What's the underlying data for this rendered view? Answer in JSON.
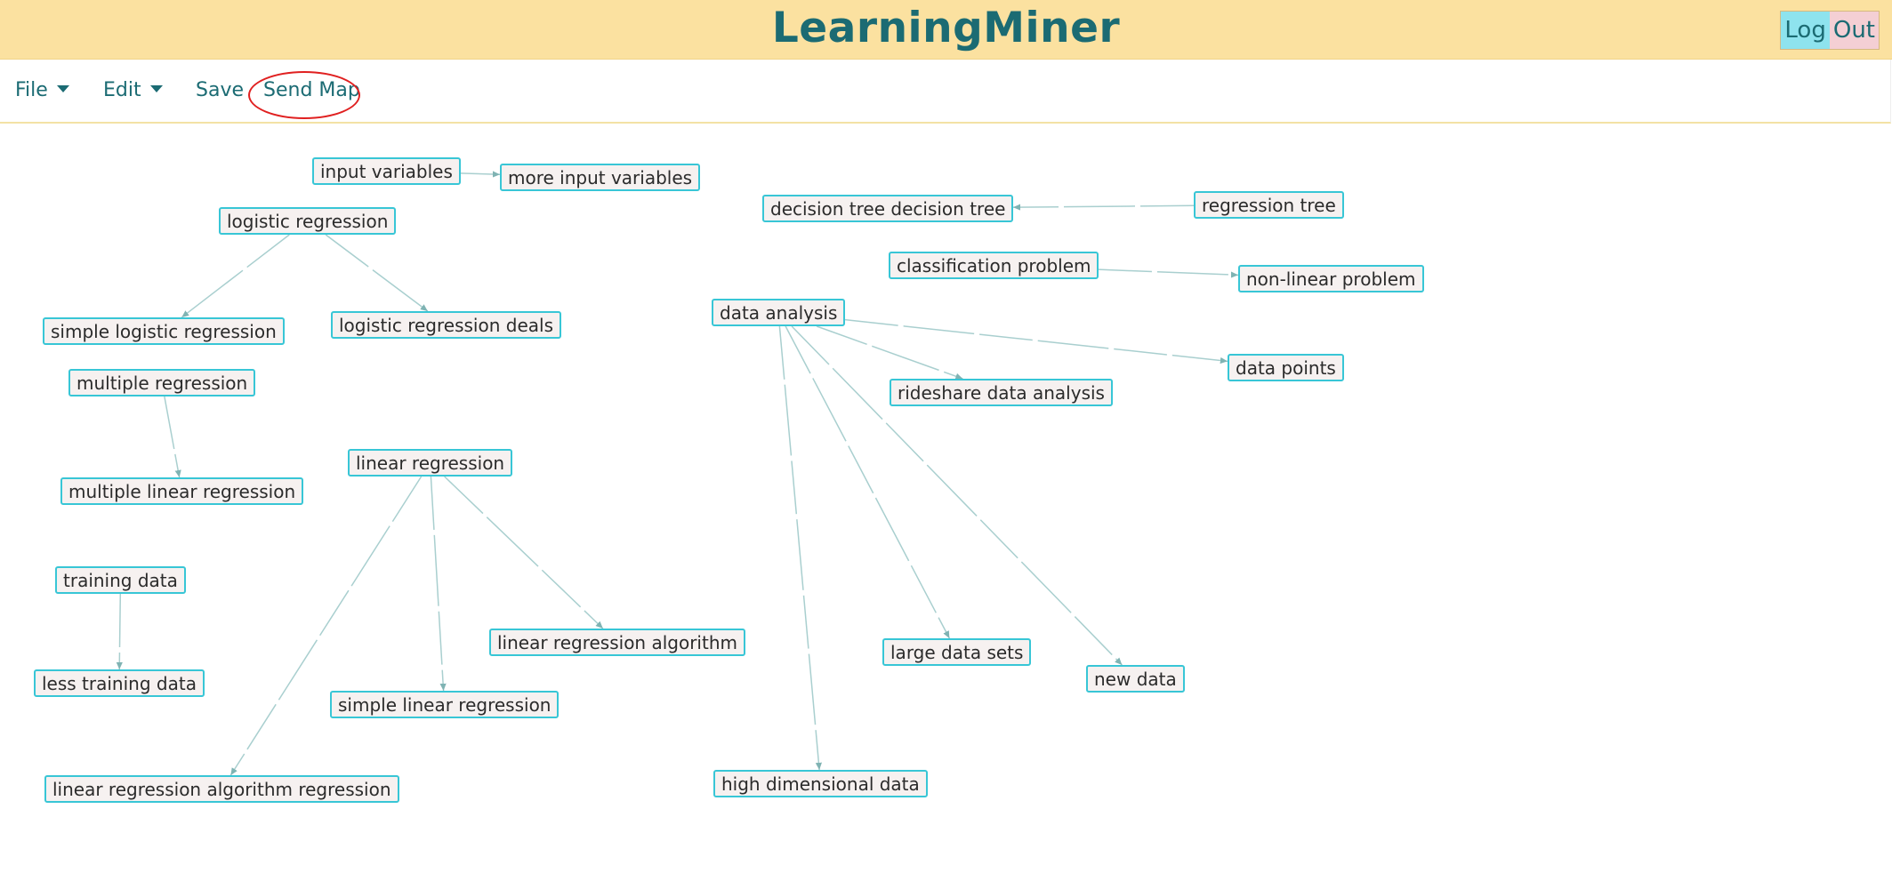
{
  "header": {
    "title": "LearningMiner",
    "logout_part1": "Log",
    "logout_part2": "Out"
  },
  "menu": {
    "file": "File",
    "edit": "Edit",
    "save": "Save",
    "send_map": "Send Map"
  },
  "map": {
    "nodes": {
      "input_variables": "input variables",
      "more_input_variables": "more input variables",
      "logistic_regression": "logistic regression",
      "simple_logistic_regression": "simple logistic regression",
      "logistic_regression_deals": "logistic regression deals",
      "multiple_regression": "multiple regression",
      "multiple_linear_regression": "multiple linear regression",
      "linear_regression": "linear regression",
      "training_data": "training data",
      "less_training_data": "less training data",
      "linear_regression_algorithm": "linear regression algorithm",
      "simple_linear_regression": "simple linear regression",
      "linear_regression_algorithm_regression": "linear regression algorithm regression",
      "decision_tree_decision_tree": "decision tree decision tree",
      "regression_tree": "regression tree",
      "classification_problem": "classification problem",
      "non_linear_problem": "non-linear problem",
      "data_analysis": "data analysis",
      "data_points": "data points",
      "rideshare_data_analysis": "rideshare data analysis",
      "large_data_sets": "large data sets",
      "new_data": "new data",
      "high_dimensional_data": "high dimensional data"
    },
    "edges": [
      [
        "input_variables",
        "more_input_variables"
      ],
      [
        "logistic_regression",
        "simple_logistic_regression"
      ],
      [
        "logistic_regression",
        "logistic_regression_deals"
      ],
      [
        "multiple_regression",
        "multiple_linear_regression"
      ],
      [
        "training_data",
        "less_training_data"
      ],
      [
        "linear_regression",
        "linear_regression_algorithm"
      ],
      [
        "linear_regression",
        "simple_linear_regression"
      ],
      [
        "linear_regression",
        "linear_regression_algorithm_regression"
      ],
      [
        "regression_tree",
        "decision_tree_decision_tree"
      ],
      [
        "classification_problem",
        "non_linear_problem"
      ],
      [
        "data_analysis",
        "data_points"
      ],
      [
        "data_analysis",
        "rideshare_data_analysis"
      ],
      [
        "data_analysis",
        "large_data_sets"
      ],
      [
        "data_analysis",
        "new_data"
      ],
      [
        "data_analysis",
        "high_dimensional_data"
      ]
    ],
    "colors": {
      "node_border": "#38c6d6",
      "node_fill": "#f6f1f0",
      "edge": "#a9cfcf"
    }
  }
}
